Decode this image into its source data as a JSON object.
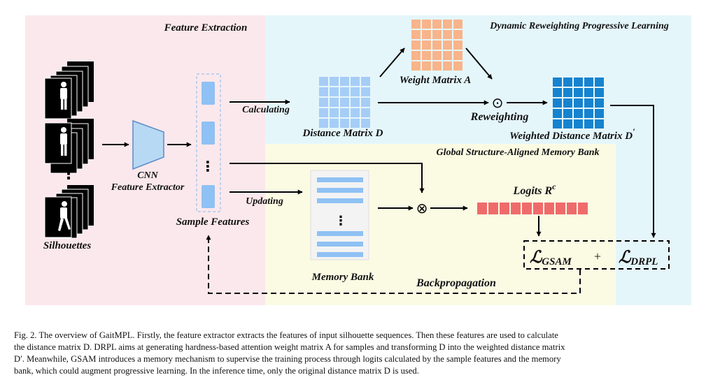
{
  "regions": {
    "feature_extraction": "Feature Extraction",
    "drpl": "Dynamic Reweighting Progressive Learning",
    "gsam": "Global Structure-Aligned Memory Bank"
  },
  "labels": {
    "silhouettes": "Silhouettes",
    "cnn_line1": "CNN",
    "cnn_line2": "Feature Extractor",
    "sample_features": "Sample Features",
    "calculating": "Calculating",
    "updating": "Updating",
    "distance_matrix": "Distance Matrix D",
    "weight_matrix": "Weight Matrix A",
    "reweighting": "Reweighting",
    "weighted_distance_matrix": "Weighted Distance Matrix D",
    "weighted_prime": "′",
    "memory_bank": "Memory Bank",
    "logits": "Logits R",
    "logits_sup": "c",
    "backpropagation": "Backpropagation",
    "loss_script": "ℒ",
    "loss_gsam": "GSAM",
    "plus": "+",
    "loss_drpl": "DRPL",
    "vdots": "⋮",
    "odot": "⊙",
    "otimes": "⊗"
  },
  "caption": {
    "line1": "Fig. 2.  The overview of GaitMPL. Firstly, the feature extractor extracts the features of input silhouette sequences. Then these features are used to calculate",
    "line2": "the distance matrix D. DRPL aims at generating hardness-based attention weight matrix A for samples and transforming D into the weighted distance matrix",
    "line3": "D′. Meanwhile, GSAM introduces a memory mechanism to supervise the training process through logits calculated by the sample features and the memory",
    "line4": "bank, which could augment progressive learning. In the inference time, only the original distance matrix D is used."
  },
  "colors": {
    "feature_bg": "#fbe8ec",
    "drpl_bg": "#e5f6fb",
    "gsam_bg": "#fbfbe4",
    "distance_cell": "#a6cdf6",
    "weight_cell": "#f8b48a",
    "weighted_cell": "#1683cf",
    "feature_block": "#8fc1f4",
    "memory_row": "#8fc1f4",
    "logit_cell": "#ef6b6b",
    "cnn": "#b8d9f4"
  }
}
